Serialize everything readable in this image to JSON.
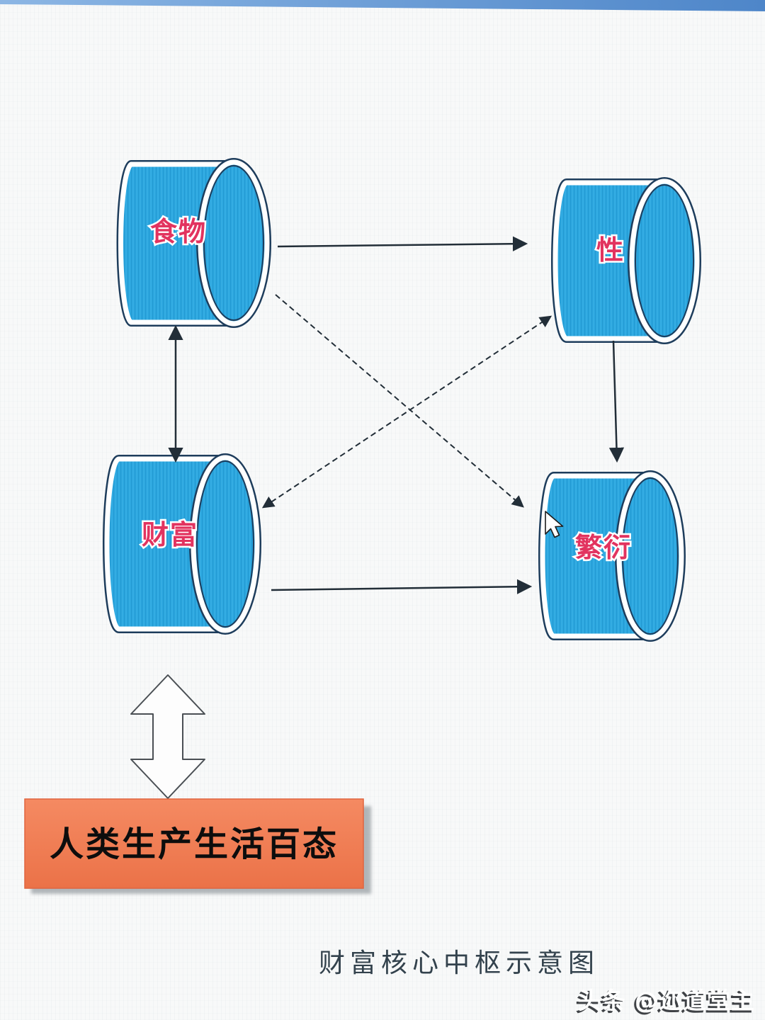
{
  "page": {
    "background_color": "#f8f9f9",
    "top_strip_color_left": "#8cb6e4",
    "top_strip_color_right": "#4e86c9"
  },
  "colors": {
    "cylinder_fill": "#2ba7e0",
    "cylinder_stripe": "#1173a6",
    "cylinder_border": "#ffffff",
    "cylinder_outline": "#1e3d5c",
    "node_label_color": "#e2335f",
    "arrow_color": "#222e38",
    "process_box_fill_top": "#f58a62",
    "process_box_fill_bottom": "#eb7248",
    "process_box_text_color": "#0d0d0d",
    "title_color": "#33424d",
    "watermark_color": "#ffffff"
  },
  "diagram": {
    "title": "财富核心中枢示意图",
    "nodes": [
      {
        "id": "food",
        "label": "食物"
      },
      {
        "id": "sex",
        "label": "性"
      },
      {
        "id": "wealth",
        "label": "财富"
      },
      {
        "id": "reproduction",
        "label": "繁衍"
      }
    ],
    "process_box": {
      "label": "人类生产生活百态"
    },
    "edges": [
      {
        "from": "食物",
        "to": "性",
        "style": "solid",
        "arrows": "one-way"
      },
      {
        "from": "食物",
        "to": "财富",
        "style": "solid",
        "arrows": "two-way"
      },
      {
        "from": "食物",
        "to": "繁衍",
        "style": "dashed",
        "arrows": "one-way"
      },
      {
        "from": "财富",
        "to": "性",
        "style": "dashed",
        "arrows": "two-way"
      },
      {
        "from": "性",
        "to": "繁衍",
        "style": "solid",
        "arrows": "one-way"
      },
      {
        "from": "财富",
        "to": "繁衍",
        "style": "solid",
        "arrows": "one-way"
      },
      {
        "from": "财富",
        "to": "人类生产生活百态",
        "style": "hollow-outline",
        "arrows": "two-way"
      }
    ]
  },
  "watermark": {
    "text": "头条 @迩道堂主"
  }
}
